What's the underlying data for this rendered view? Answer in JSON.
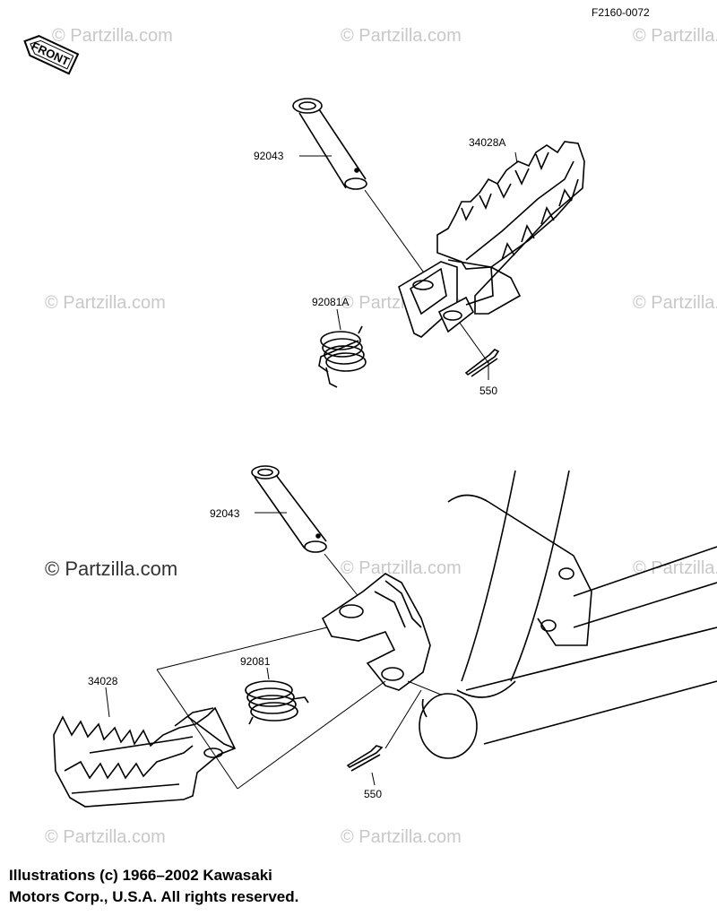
{
  "figure_code": "F2160-0072",
  "front_badge": "FRONT",
  "part_labels": {
    "upper_pin": "92043",
    "upper_peg": "34028A",
    "upper_spring": "92081A",
    "upper_cotter": "550",
    "lower_pin": "92043",
    "lower_peg": "34028",
    "lower_spring": "92081",
    "lower_cotter": "550"
  },
  "watermark": {
    "text": "© Partzilla.com",
    "prominent": "© Partzilla.com"
  },
  "copyright": {
    "line1": "Illustrations (c) 1966–2002 Kawasaki",
    "line2": "Motors Corp., U.S.A.  All rights reserved."
  }
}
